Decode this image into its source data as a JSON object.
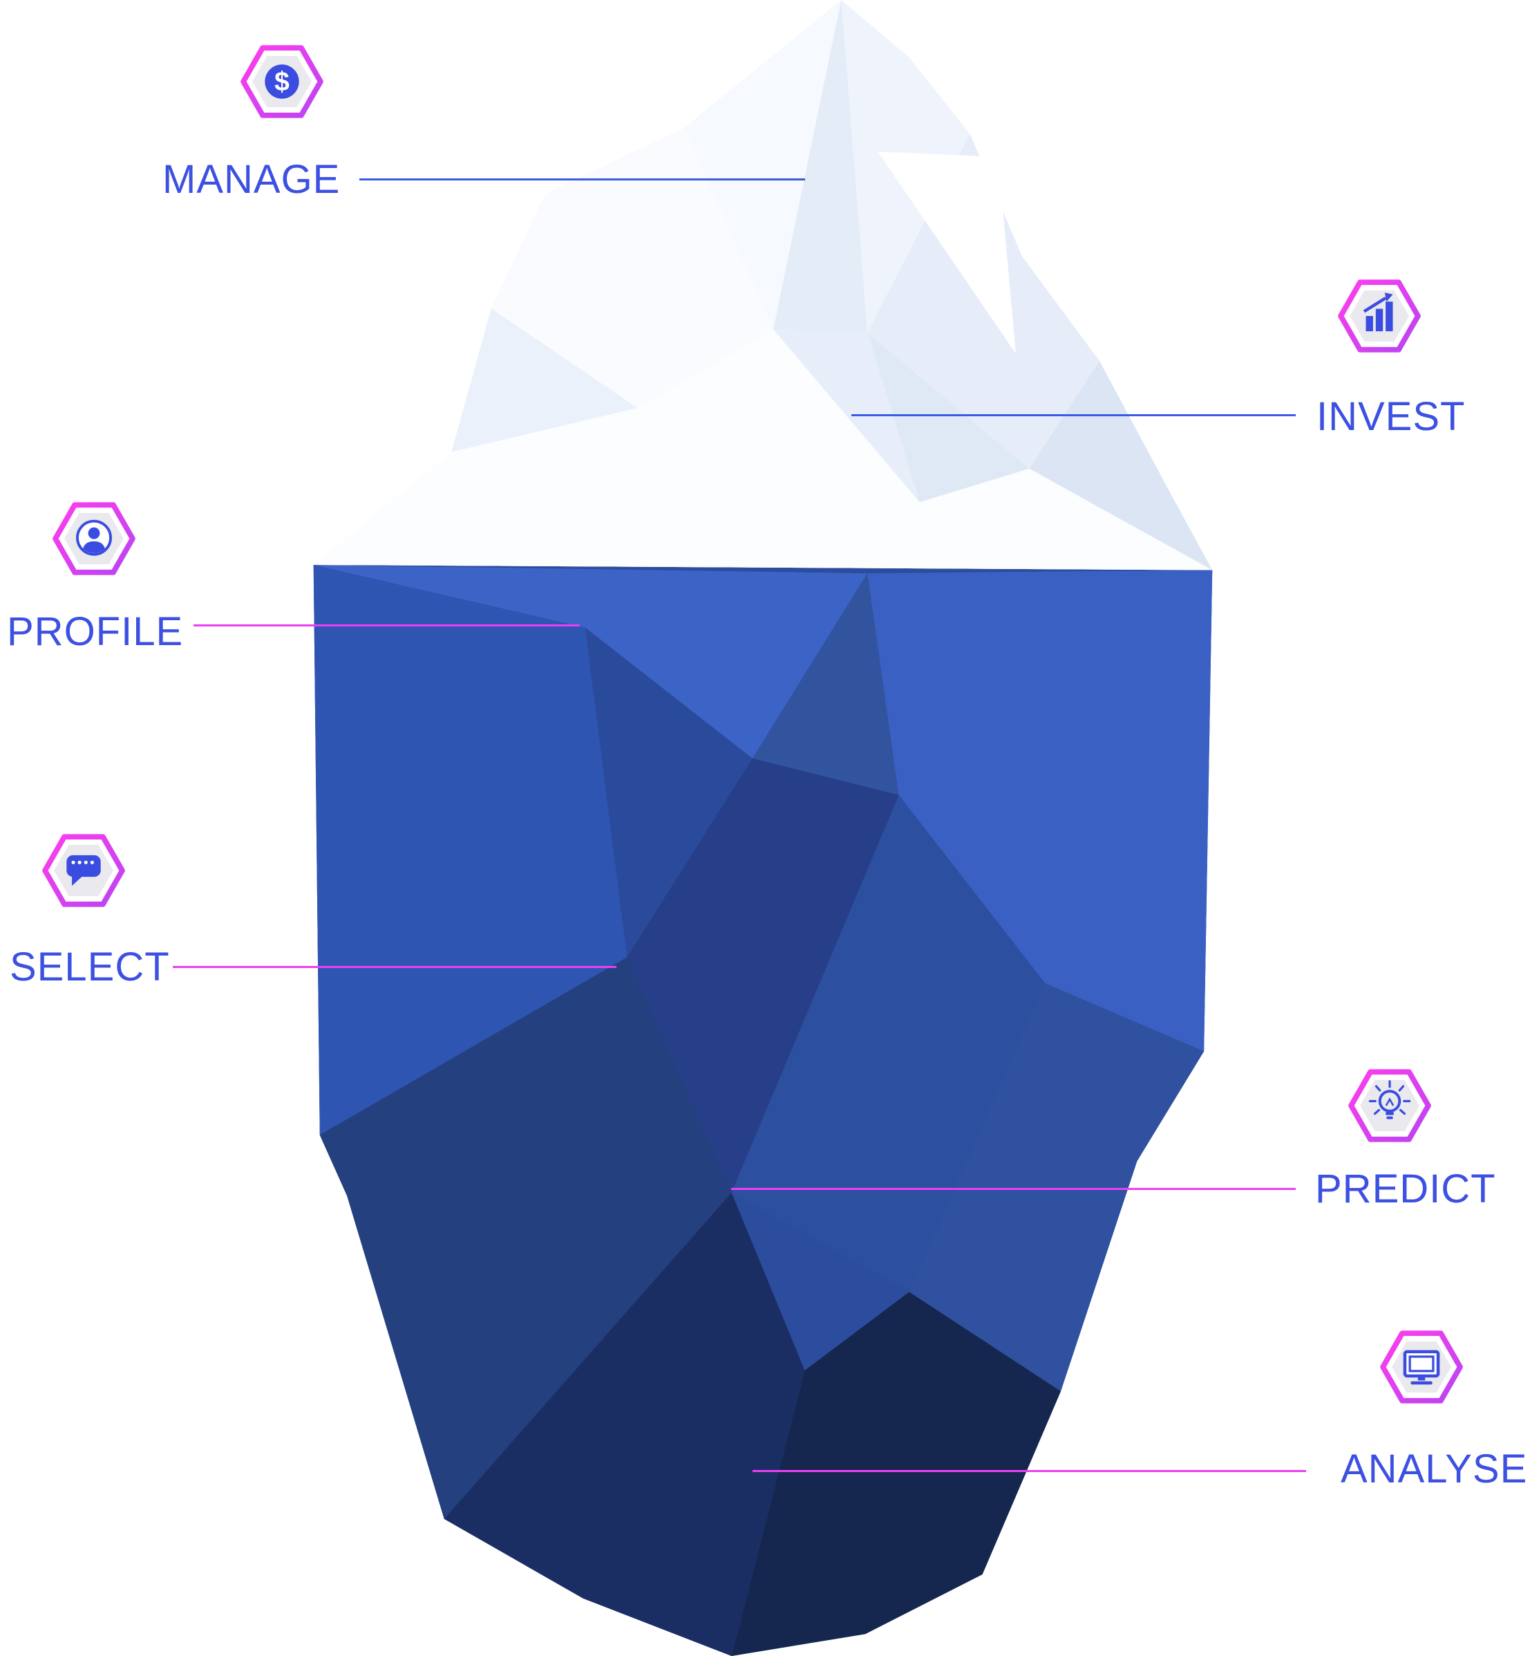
{
  "diagram": {
    "type": "iceberg-infographic",
    "labels": [
      {
        "id": "manage",
        "text": "MANAGE",
        "icon": "dollar-sign-icon",
        "line_color": "#3b5be4"
      },
      {
        "id": "invest",
        "text": "INVEST",
        "icon": "bar-chart-icon",
        "line_color": "#3b5be4"
      },
      {
        "id": "profile",
        "text": "PROFILE",
        "icon": "user-icon",
        "line_color": "#ec3ff2"
      },
      {
        "id": "select",
        "text": "SELECT",
        "icon": "chat-bubble-icon",
        "line_color": "#ec3ff2"
      },
      {
        "id": "predict",
        "text": "PREDICT",
        "icon": "lightbulb-icon",
        "line_color": "#ec3ff2"
      },
      {
        "id": "analyse",
        "text": "ANALYSE",
        "icon": "monitor-icon",
        "line_color": "#ec3ff2"
      }
    ],
    "colors": {
      "label_text": "#3c50e2",
      "leader_blue": "#3b5be4",
      "leader_magenta": "#ec3ff2",
      "hexagon_outline_start": "#ff3ded",
      "hexagon_outline_end": "#b944f2",
      "hexagon_inner": "#e9e9ee",
      "icon_blue": "#3b4de0",
      "iceberg_above_water": "#eef3fb",
      "iceberg_waterline_band": "#3c63c6",
      "iceberg_deep": "#16274f"
    }
  }
}
